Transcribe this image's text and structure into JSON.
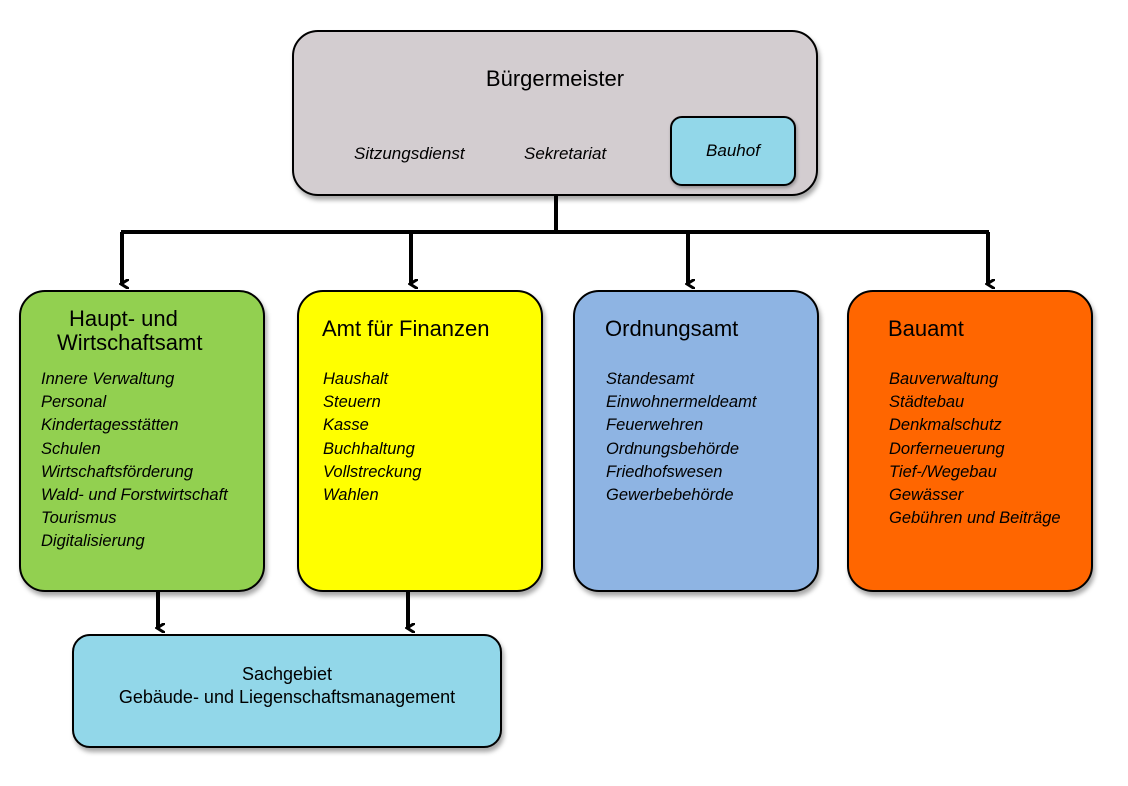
{
  "mayor": {
    "title": "Bürgermeister",
    "items": [
      "Sitzungsdienst",
      "Sekretariat"
    ],
    "bauhof": "Bauhof"
  },
  "departments": [
    {
      "title_lines": [
        "Haupt- und",
        "Wirtschaftsamt"
      ],
      "color": "#92d050",
      "items": [
        "Innere Verwaltung",
        "Personal",
        "Kindertagesstätten",
        "Schulen",
        "Wirtschaftsförderung",
        "Wald- und Forstwirtschaft",
        "Tourismus",
        "Digitalisierung"
      ]
    },
    {
      "title": "Amt für Finanzen",
      "color": "#ffff00",
      "items": [
        "Haushalt",
        "Steuern",
        "Kasse",
        "Buchhaltung",
        "Vollstreckung",
        "Wahlen"
      ]
    },
    {
      "title": "Ordnungsamt",
      "color": "#8eb4e3",
      "items": [
        "Standesamt",
        "Einwohnermeldeamt",
        "Feuerwehren",
        "Ordnungsbehörde",
        "Friedhofswesen",
        "Gewerbebehörde"
      ]
    },
    {
      "title": "Bauamt",
      "color": "#ff6600",
      "items": [
        "Bauverwaltung",
        "Städtebau",
        "Denkmalschutz",
        "Dorferneuerung",
        "Tief-/Wegebau",
        "Gewässer",
        "Gebühren und Beiträge"
      ]
    }
  ],
  "sachgebiet": {
    "line1": "Sachgebiet",
    "line2": "Gebäude- und Liegenschaftsmanagement"
  }
}
